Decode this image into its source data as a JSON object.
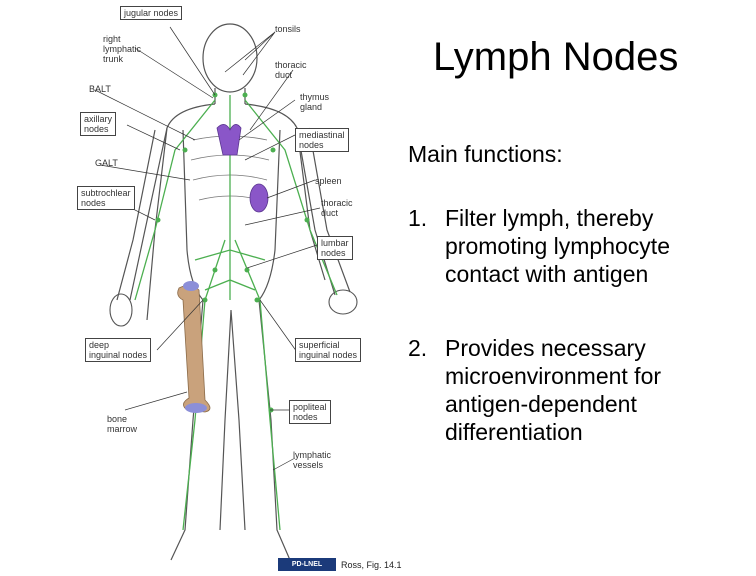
{
  "slide": {
    "title": "Lymph Nodes",
    "subtitle": "Main functions:",
    "items": [
      {
        "number": "1.",
        "text": "Filter lymph, thereby\npromoting lymphocyte\ncontact with antigen"
      },
      {
        "number": "2.",
        "text": "Provides necessary\nmicroenvironment for\nantigen-dependent\ndifferentiation"
      }
    ]
  },
  "figure": {
    "credit": "Ross, Fig. 14.1",
    "logo_text": "PD-LNEL",
    "labels": {
      "jugular_nodes": "jugular nodes",
      "tonsils": "tonsils",
      "right_lymphatic_trunk": "right\nlymphatic\ntrunk",
      "thoracic_duct_upper": "thoracic\nduct",
      "balt": "BALT",
      "thymus_gland": "thymus\ngland",
      "axillary_nodes": "axillary\nnodes",
      "mediastinal_nodes": "mediastinal\nnodes",
      "galt": "GALT",
      "spleen": "spleen",
      "subtrochlear_nodes": "subtrochlear\nnodes",
      "thoracic_duct_lower": "thoracic\nduct",
      "lumbar_nodes": "lumbar\nnodes",
      "deep_inguinal_nodes": "deep\ninguinal nodes",
      "superficial_inguinal_nodes": "superficial\ninguinal nodes",
      "bone_marrow": "bone\nmarrow",
      "popliteal_nodes": "popliteal\nnodes",
      "lymphatic_vessels": "lymphatic\nvessels"
    },
    "colors": {
      "skin_outline": "#555555",
      "lymph_vessels": "#4caf50",
      "thymus_spleen": "#8a56c8",
      "bone": "#c9a27c",
      "bone_joint": "#8c8fd8"
    }
  }
}
